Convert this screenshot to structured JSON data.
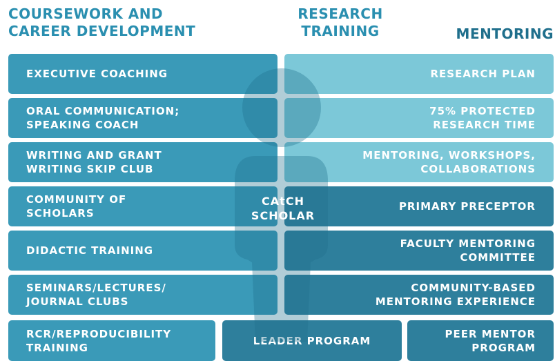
{
  "headers": {
    "coursework": [
      "COURSEWORK AND",
      "CAREER DEVELOPMENT"
    ],
    "research": [
      "RESEARCH",
      "TRAINING"
    ],
    "mentoring": "MENTORING"
  },
  "left_items": [
    "EXECUTIVE COACHING",
    "ORAL COMMUNICATION;\nSPEAKING COACH",
    "WRITING AND GRANT\nWRITING SKIP CLUB",
    "COMMUNITY OF\nSCHOLARS",
    "DIDACTIC TRAINING",
    "SEMINARS/LECTURES/\nJOURNAL CLUBS",
    "RCR/REPRODUCIBILITY\nTRAINING"
  ],
  "right_items": [
    "RESEARCH PLAN",
    "75% PROTECTED\nRESEARCH TIME",
    "MENTORING, WORKSHOPS,\nCOLLABORATIONS",
    "PRIMARY PRECEPTOR",
    "FACULTY MENTORING\nCOMMITTEE",
    "COMMUNITY-BASED\nMENTORING EXPERIENCE"
  ],
  "bottom_items": {
    "leader": "LEADER PROGRAM",
    "peer": "PEER MENTOR\nPROGRAM"
  },
  "center_label": "CAtCH\nSCHOLAR",
  "colors": {
    "coursework": "#3a9ab8",
    "research": "#7cc8d8",
    "mentoring": "#2e7f9c",
    "header_light": "#2a8fb0",
    "header_dark": "#1f6f8c"
  }
}
